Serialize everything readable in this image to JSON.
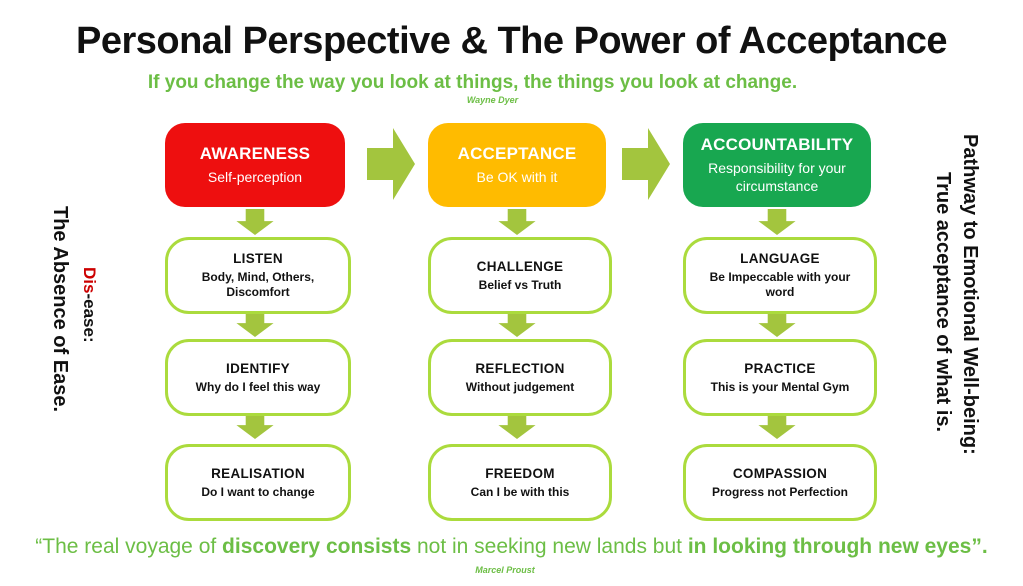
{
  "page": {
    "title": "Personal Perspective & The Power of Acceptance",
    "subtitle": "If you change the way you look at things, the things you look at change.",
    "subtitle_attribution": "Wayne Dyer"
  },
  "colors": {
    "awareness_red": "#EE0F0F",
    "acceptance_gold": "#FFBB00",
    "accountability_green": "#18A750",
    "flow_arrow_green": "#A3C53E",
    "step_border_green": "#ABDB3D",
    "quote_green": "#6CBE45",
    "dis_red": "#CC0000",
    "title_black": "#111111"
  },
  "left_labels": {
    "disease_prefix": "Dis",
    "disease_suffix": "-ease:",
    "absence": "The Absence of Ease."
  },
  "right_labels": {
    "pathway": "Pathway to Emotional Well-being:",
    "true_acceptance": "True acceptance of what is."
  },
  "columns": [
    {
      "header": {
        "title": "AWARENESS",
        "subtitle": "Self-perception",
        "color": "#EE0F0F"
      },
      "steps": [
        {
          "title": "LISTEN",
          "subtitle": "Body, Mind, Others, Discomfort"
        },
        {
          "title": "IDENTIFY",
          "subtitle": "Why do I feel this way"
        },
        {
          "title": "REALISATION",
          "subtitle": "Do I want to change"
        }
      ]
    },
    {
      "header": {
        "title": "ACCEPTANCE",
        "subtitle": "Be OK with it",
        "color": "#FFBB00"
      },
      "steps": [
        {
          "title": "CHALLENGE",
          "subtitle": "Belief vs Truth"
        },
        {
          "title": "REFLECTION",
          "subtitle": "Without judgement"
        },
        {
          "title": "FREEDOM",
          "subtitle": "Can I be with this"
        }
      ]
    },
    {
      "header": {
        "title": "ACCOUNTABILITY",
        "subtitle": "Responsibility for your circumstance",
        "color": "#18A750"
      },
      "steps": [
        {
          "title": "LANGUAGE",
          "subtitle": "Be Impeccable with your word"
        },
        {
          "title": "PRACTICE",
          "subtitle": "This is your Mental Gym"
        },
        {
          "title": "COMPASSION",
          "subtitle": "Progress not Perfection"
        }
      ]
    }
  ],
  "quote": {
    "part1": "“The real voyage of ",
    "part2": "discovery consists",
    "part3": " not in seeking new lands but ",
    "part4": "in looking through new eyes",
    "part5": "”.",
    "attribution": "Marcel Proust"
  }
}
